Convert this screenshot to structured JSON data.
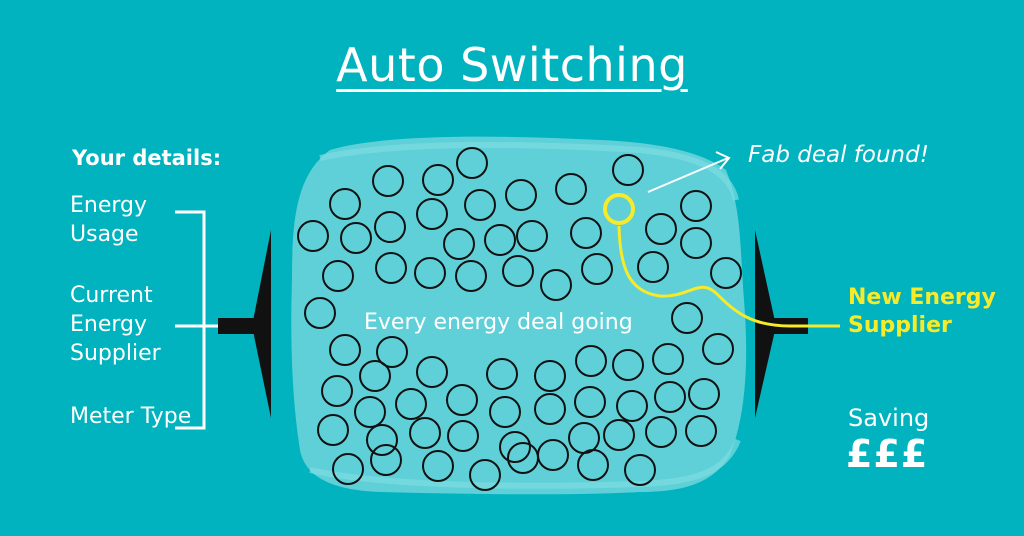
{
  "title": "Auto Switching",
  "inputs": {
    "heading": "Your details:",
    "energy_usage": "Energy Usage",
    "current_supplier": "Current Energy Supplier",
    "meter_type": "Meter Type"
  },
  "pool": {
    "label": "Every energy deal going"
  },
  "result": {
    "annotation": "Fab deal found!",
    "new_supplier": "New Energy Supplier",
    "saving_label": "Saving",
    "saving_value": "£££"
  },
  "colors": {
    "background": "#00b3be",
    "pool": "#5fd0d8",
    "highlight": "#f6ea2a",
    "text": "#ffffff",
    "outline": "#111111"
  },
  "icons": [
    "left-funnel-icon",
    "right-funnel-icon",
    "arrow-icon"
  ]
}
